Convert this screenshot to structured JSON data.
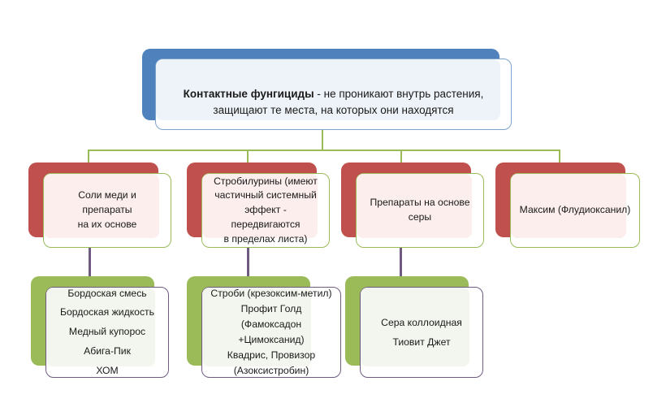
{
  "diagram": {
    "title_bold": "Контактные фунгициды",
    "root": {
      "text_bold": "Контактные фунгициды",
      "text_rest": " - не проникают внутрь растения, защищают те места, на которых они находятся",
      "plate_color": "#4f81bd",
      "border_color": "#7ba3cd",
      "tint_color": "#eef3f9"
    },
    "level2": [
      {
        "label": "Соли меди и препараты\nна их основе",
        "plate_color": "#c0504d",
        "border_color": "#9bbb59",
        "tint_color": "#fbeeec"
      },
      {
        "label": "Стробилурины (имеют\nчастичный системный\nэффект - передвигаются\nв пределах листа)",
        "plate_color": "#c0504d",
        "border_color": "#9bbb59",
        "tint_color": "#fbeeec"
      },
      {
        "label": "Препараты на основе\nсеры",
        "plate_color": "#c0504d",
        "border_color": "#9bbb59",
        "tint_color": "#fbeeec"
      },
      {
        "label": "Максим (Флудиоксанил)",
        "plate_color": "#c0504d",
        "border_color": "#9bbb59",
        "tint_color": "#fbeeec"
      }
    ],
    "level3": [
      {
        "label": "Бордоская смесь\nБордоская жидкость\nМедный купорос\nАбига-Пик\nХОМ",
        "plate_color": "#9bbb59",
        "border_color": "#6f5b82",
        "tint_color": "#f3f6ee"
      },
      {
        "label": "Строби (крезоксим-метил)\nПрофит Голд (Фамоксадон\n+Цимоксанид)\nКвадрис, Провизор\n(Азоксистробин)",
        "plate_color": "#9bbb59",
        "border_color": "#6f5b82",
        "tint_color": "#f3f6ee"
      },
      {
        "label": "Сера коллоидная\nТиовит Джет",
        "plate_color": "#9bbb59",
        "border_color": "#6f5b82",
        "tint_color": "#f3f6ee"
      }
    ],
    "connector_colors": {
      "level1_to_level2": "#9bbb59",
      "level2_to_level3": "#6f5b82"
    }
  }
}
